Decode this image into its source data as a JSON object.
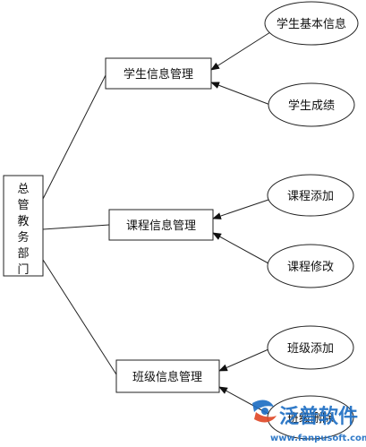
{
  "diagram": {
    "root": {
      "label": "总管教务部门",
      "chars": [
        "总",
        "管",
        "教",
        "务",
        "部",
        "门"
      ]
    },
    "branches": [
      {
        "label": "学生信息管理",
        "children": [
          "学生基本信息",
          "学生成绩"
        ]
      },
      {
        "label": "课程信息管理",
        "children": [
          "课程添加",
          "课程修改"
        ]
      },
      {
        "label": "班级信息管理",
        "children": [
          "班级添加",
          "班级删除"
        ]
      }
    ]
  },
  "watermark": {
    "brand": "泛普软件",
    "url": "www.fanpusoft.com",
    "logo_colors": [
      "#1f6fc4",
      "#e04a2a"
    ]
  }
}
